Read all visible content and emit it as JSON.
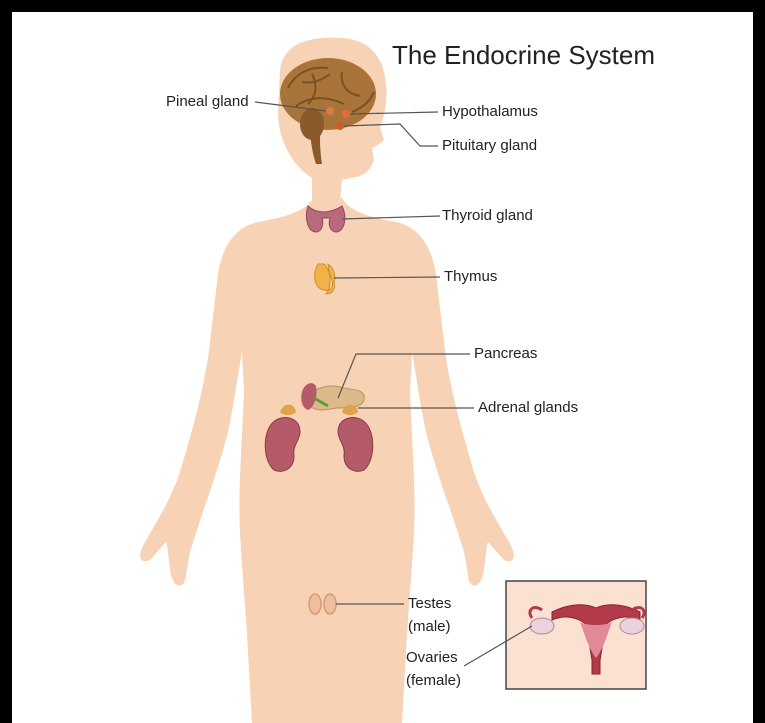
{
  "title": "The Endocrine System",
  "labels": {
    "pineal": "Pineal gland",
    "hypothalamus": "Hypothalamus",
    "pituitary": "Pituitary gland",
    "thyroid": "Thyroid gland",
    "thymus": "Thymus",
    "pancreas": "Pancreas",
    "adrenal": "Adrenal glands",
    "testes_line1": "Testes",
    "testes_line2": "(male)",
    "ovaries_line1": "Ovaries",
    "ovaries_line2": "(female)"
  },
  "colors": {
    "frame": "#000000",
    "background": "#ffffff",
    "skin": "#f8d2b5",
    "brain": "#a8743a",
    "thyroid": "#b86a7c",
    "thymus": "#f0b24a",
    "kidney": "#b55a68",
    "adrenal": "#e0a24a",
    "pancreas": "#dcb88a",
    "uterus": "#b23a4a",
    "leader": "#555555"
  }
}
